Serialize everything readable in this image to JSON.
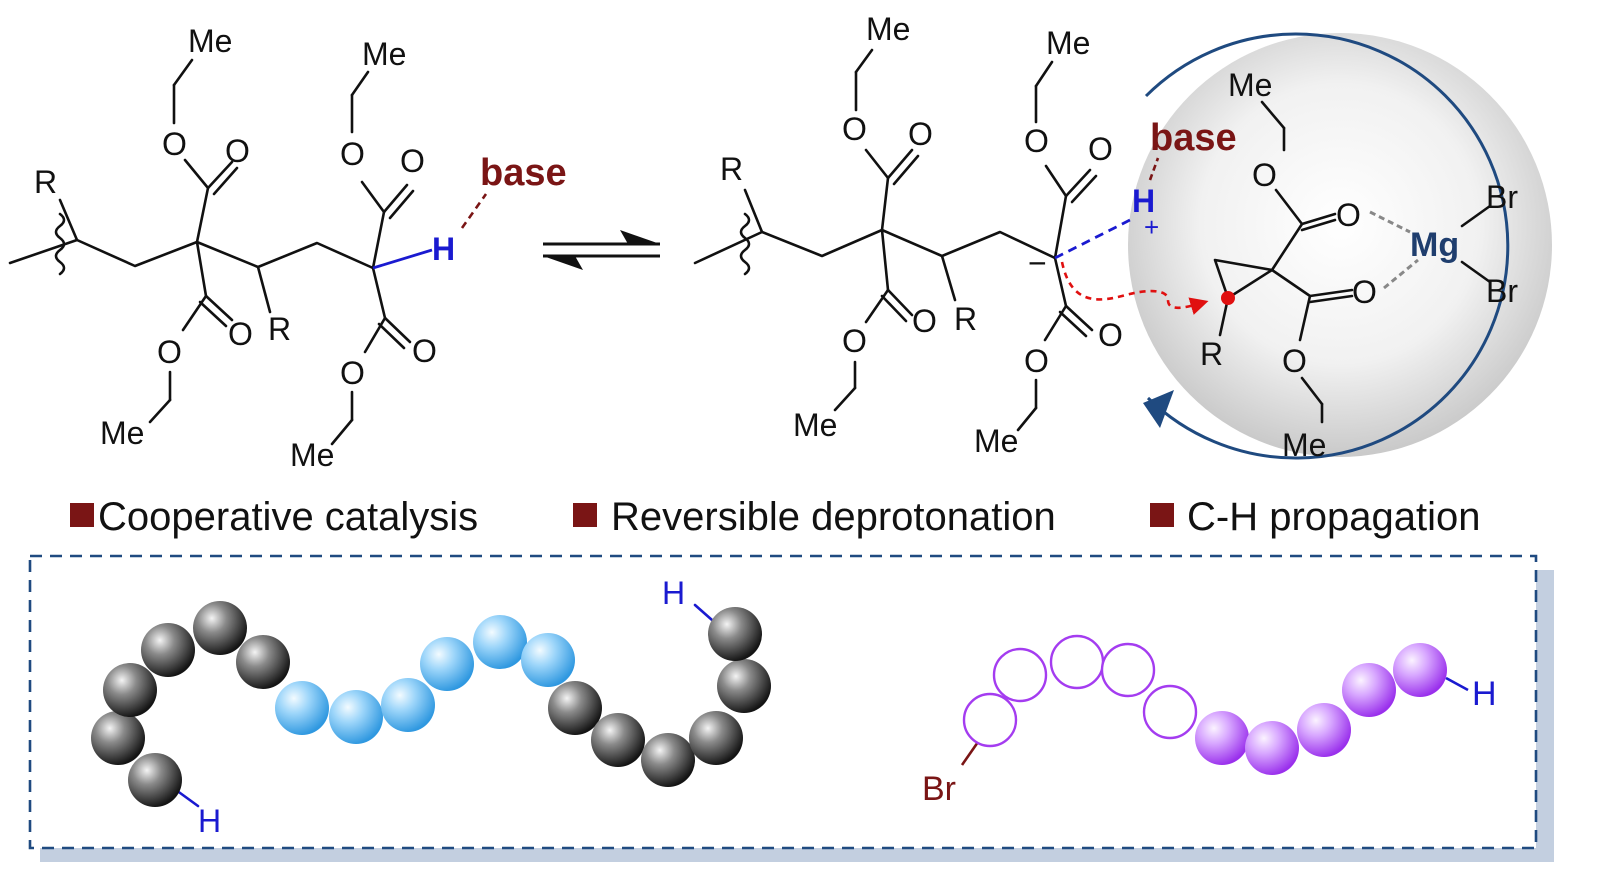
{
  "colors": {
    "bond": "#111111",
    "hydrogen": "#1a1ad0",
    "base": "#7a1515",
    "magnesium": "#1f3e6e",
    "circle_border": "#1f4a80",
    "curved_arrow": "#e01010",
    "legend_square": "#7a1515",
    "panel_border": "#1f4a80",
    "panel_shadow": "#c3cfe0",
    "bead_black": "#2a2a2a",
    "bead_blue": "#45a9ea",
    "bead_purple": "#a43cf0"
  },
  "left_structure": {
    "r_top": "R",
    "r_bottom": "R",
    "o_labels": [
      "O",
      "O",
      "O",
      "O",
      "O",
      "O",
      "O",
      "O"
    ],
    "me_labels": [
      "Me",
      "Me",
      "Me",
      "Me"
    ],
    "h_label": "H",
    "base_label": "base"
  },
  "equilibrium_arrow": {
    "icon": "equilibrium-arrows-icon"
  },
  "right_structure": {
    "r_top": "R",
    "r_bottom": "R",
    "o_labels": [
      "O",
      "O",
      "O",
      "O",
      "O",
      "O",
      "O",
      "O"
    ],
    "me_labels": [
      "Me",
      "Me",
      "Me",
      "Me"
    ],
    "anion_sign": "−",
    "h_label": "H",
    "cation_sign": "+",
    "base_label": "base"
  },
  "catalyst_sphere": {
    "me_top": "Me",
    "me_bottom": "Me",
    "o_labels": [
      "O",
      "O",
      "O",
      "O"
    ],
    "mg_label": "Mg",
    "br_labels": [
      "Br",
      "Br"
    ],
    "r_label": "R"
  },
  "features": [
    {
      "label": "Cooperative catalysis"
    },
    {
      "label": "Reversible deprotonation"
    },
    {
      "label": "C-H propagation"
    }
  ],
  "polymer_panel": {
    "left_chain": {
      "h_top": "H",
      "h_bottom": "H"
    },
    "right_chain": {
      "br_end": "Br",
      "h_end": "H"
    }
  }
}
